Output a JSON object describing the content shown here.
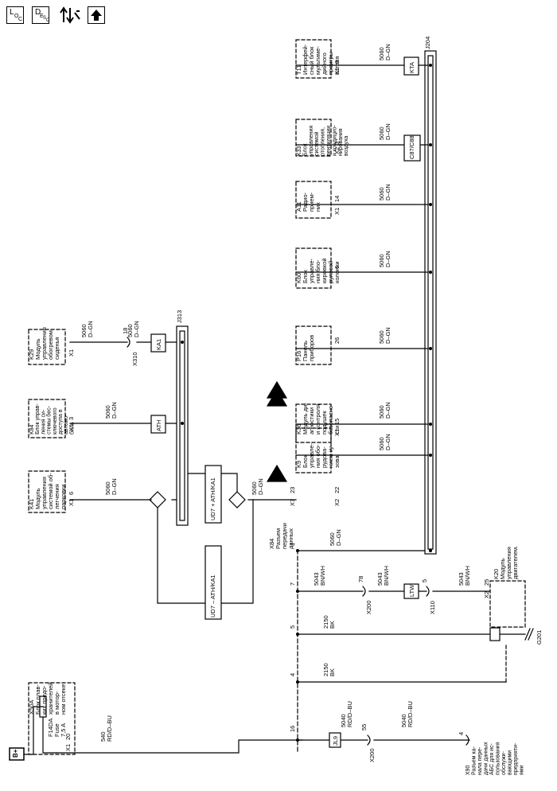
{
  "toolbar": {
    "loc_main": "L",
    "loc_sub": "O",
    "loc_sub2": "C",
    "desc_main": "D",
    "desc_sub": "E",
    "desc_sub2": "S",
    "desc_sub3": "C",
    "icons": [
      "location-icon",
      "description-icon",
      "connector-end-view-icon",
      "up-arrow-icon"
    ]
  },
  "fuse_block": {
    "power": "B+",
    "name": [
      "X50A",
      "Блок плав-",
      "ких предо-",
      "хранителей",
      "в мотор-",
      "ном отсеке"
    ],
    "fuse": [
      "F14DA",
      "Fuse",
      "7,5 A"
    ],
    "conn": "X1",
    "pin": "20"
  },
  "wire_540": [
    "540",
    "RD/D–BU"
  ],
  "dlc": {
    "name": [
      "X84",
      "Разъем",
      "передачи",
      "данных"
    ],
    "pins": [
      "16",
      "4",
      "5",
      "7",
      "1"
    ]
  },
  "wire_5040a": [
    "5040",
    "RD/D–BU"
  ],
  "wire_5040b": [
    "5040",
    "RD/D–BU"
  ],
  "wire_2150a": [
    "2150",
    "BK"
  ],
  "wire_2150b": [
    "2150",
    "BK"
  ],
  "wire_5043a": [
    "5043",
    "BN/WH"
  ],
  "wire_5043b": [
    "5043",
    "BN/WH"
  ],
  "wire_5043c": [
    "5043",
    "BN/WH"
  ],
  "wire_5060": [
    "5060",
    "D–GN"
  ],
  "splices": {
    "jl9": "JL9",
    "ltw": "LTW",
    "j313": "J313",
    "j204": "J204",
    "ud7_plus": "UD7 + ATH/KA1",
    "ud7_minus": "UD7 – ATH/KA1",
    "kta": "KTA",
    "c87": "C87/C88",
    "ath": "ATH",
    "ka1": "KA1"
  },
  "inline": {
    "x200": "X200",
    "x110": "X110",
    "x310": "X310",
    "p55": "55",
    "p78": "78",
    "p5": "5",
    "p18": "18"
  },
  "x90": {
    "name": [
      "X90",
      "Разъем ка-",
      "нала пере-",
      "дачи данных",
      "АБС для ис-",
      "пользования",
      "обслужи-",
      "вающими",
      "предприяти-",
      "ями"
    ],
    "pin": "4"
  },
  "k20": {
    "name": [
      "K20",
      "Модуль",
      "управления",
      "двигателем."
    ],
    "conn": "X2",
    "pin": "25"
  },
  "ground": "G201",
  "k41": {
    "name": [
      "K41",
      "Модуль",
      "управления",
      "системой об-",
      "легчения",
      "парковки"
    ],
    "conn": "X1",
    "pin": "6"
  },
  "k84": {
    "name": [
      "K84",
      "Блок управ-",
      "ления си-",
      "стемы бес-",
      "ключевого",
      "доступа в",
      "автомо-",
      "биль"
    ],
    "conn": "X1",
    "pin": "3"
  },
  "k29": {
    "name": [
      "K29",
      "Модуль",
      "управления",
      "обогревом",
      "сиденья"
    ],
    "conn": "X1"
  },
  "k9": {
    "name": [
      "K9",
      "Блок",
      "управле-",
      "ния обо-",
      "рудова-",
      "нием ку-",
      "зова"
    ],
    "conn1": "X7",
    "pin1": "23",
    "conn2": "X2",
    "pin2": "22"
  },
  "k36": {
    "name": [
      "K36",
      "Модуль ди-",
      "агностики",
      "и контроля",
      "подушек",
      "безопасно-",
      "сти"
    ],
    "conn": "X1",
    "pin": "15"
  },
  "p16": {
    "name": [
      "P16",
      "Панель",
      "приборов"
    ],
    "pin": "26"
  },
  "k60": {
    "name": [
      "K60",
      "Блок",
      "управле-",
      "ния бло-",
      "кировкой",
      "рулевой",
      "колонки"
    ],
    "pin": "6"
  },
  "a11": {
    "name": [
      "A11",
      "Радио-",
      "прием-",
      "ник"
    ],
    "conn": "X1",
    "pin": "14"
  },
  "k33": {
    "name": [
      "K33",
      "Блок",
      "управления",
      "системой",
      "отопления,",
      "вентиляции",
      "и кондицио-",
      "нирования",
      "воздуха"
    ],
    "conn": "X2",
    "pin": "3"
  },
  "t11": {
    "name": [
      "T11",
      "Интерфей-",
      "сный блок",
      "мультиме-",
      "дийного",
      "проигры-",
      "вателя"
    ],
    "conn": "X1",
    "pin": "8"
  }
}
